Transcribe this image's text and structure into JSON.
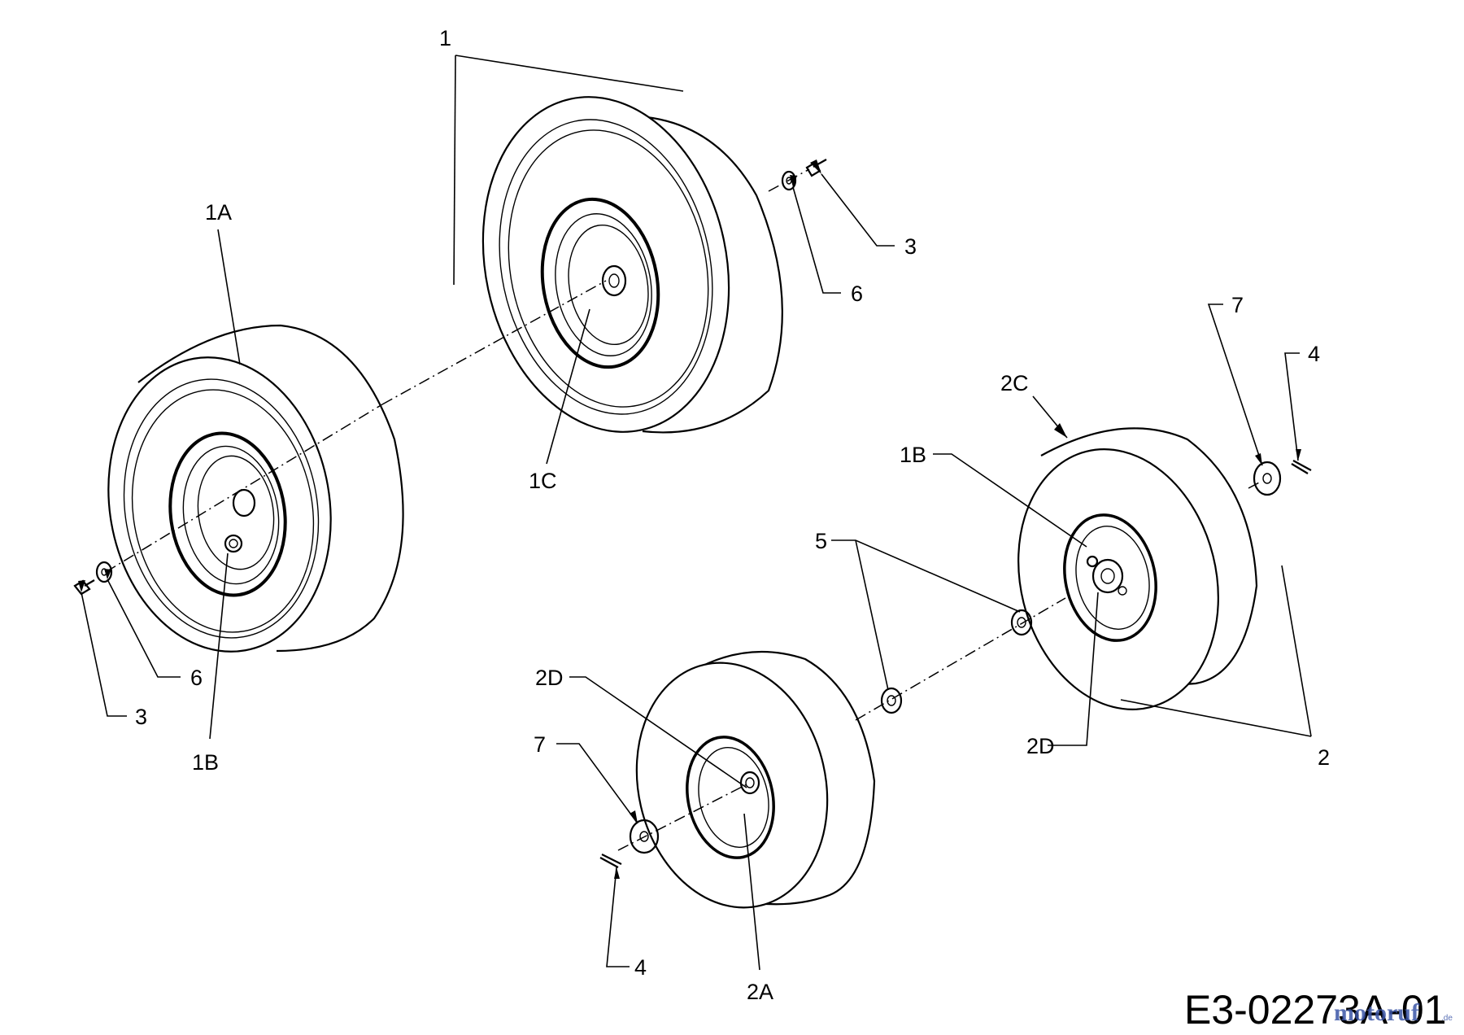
{
  "diagram": {
    "drawing_number": "E3-02273A-01",
    "watermark": {
      "text": "motoruf",
      "suffix": ".de"
    },
    "callouts": {
      "c1": "1",
      "c1A": "1A",
      "c1C": "1C",
      "c1B_left": "1B",
      "c3_left": "3",
      "c6_left": "6",
      "c3_right": "3",
      "c6_right": "6",
      "c7_right": "7",
      "c4_right": "4",
      "c2C": "2C",
      "c1B_right": "1B",
      "c5": "5",
      "c2D_right": "2D",
      "c2": "2",
      "c2D_left": "2D",
      "c7_left": "7",
      "c4_left": "4",
      "c2A": "2A"
    }
  }
}
